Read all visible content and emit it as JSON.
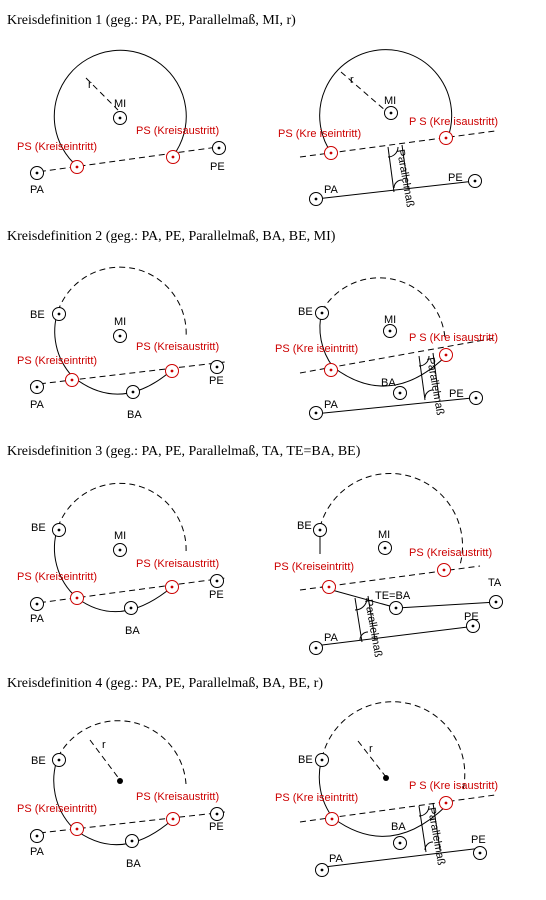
{
  "headings": [
    "Kreisdefinition 1 (geg.: PA, PE, Parallelmaß, MI, r)",
    "Kreisdefinition 2 (geg.: PA, PE, Parallelmaß, BA, BE, MI)",
    "Kreisdefinition 3 (geg.: PA, PE, Parallelmaß, TA, TE=BA, BE)",
    "Kreisdefinition 4 (geg.: PA, PE, Parallelmaß, BA, BE, r)"
  ],
  "labels": {
    "pa": "PA",
    "pe": "PE",
    "mi": "MI",
    "ba": "BA",
    "be": "BE",
    "ta": "TA",
    "te_ba": "TE=BA",
    "r": "r",
    "ps_entry": "PS (Kreiseintritt)",
    "ps_exit": "PS (Kreisaustritt)",
    "ps_entry_spaced": "PS (Kre iseintritt)",
    "ps_exit_spaced": "P S (Kre isaustritt)",
    "ps_exit_spaced2": "PS (Kre isaustritt)",
    "parallel": "Parallelmaß"
  },
  "colors": {
    "ink": "#000000",
    "ps_red": "#cc0000"
  }
}
